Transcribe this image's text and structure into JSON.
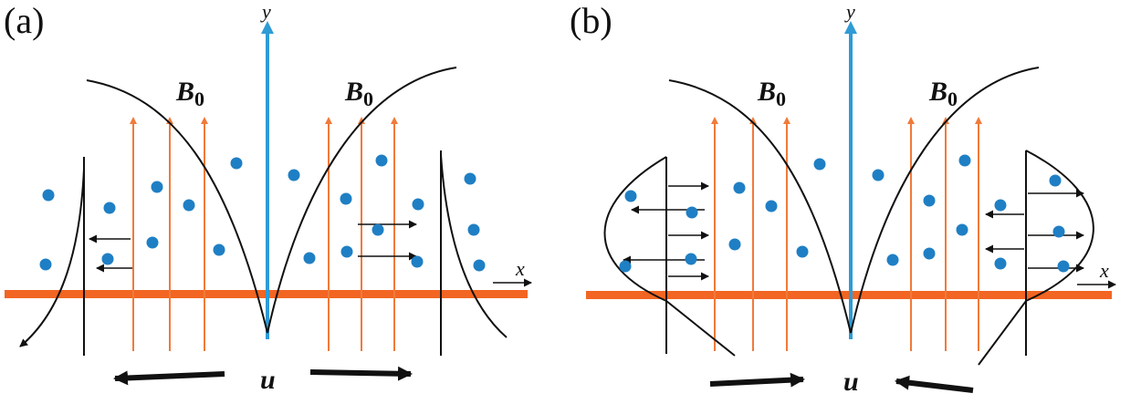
{
  "panels": [
    {
      "label": "(a)",
      "y_axis": "y",
      "x_axis": "x",
      "field": "B",
      "field_subscript": "0",
      "velocity": "u",
      "flow": "outward"
    },
    {
      "label": "(b)",
      "y_axis": "y",
      "x_axis": "x",
      "field": "B",
      "field_subscript": "0",
      "velocity": "u",
      "flow": "inward"
    }
  ],
  "colors": {
    "plate": "#f26522",
    "field_lines": "#f07a3a",
    "y_axis": "#2f9bd5",
    "particles": "#1f7fc4",
    "curves": "#111111"
  }
}
